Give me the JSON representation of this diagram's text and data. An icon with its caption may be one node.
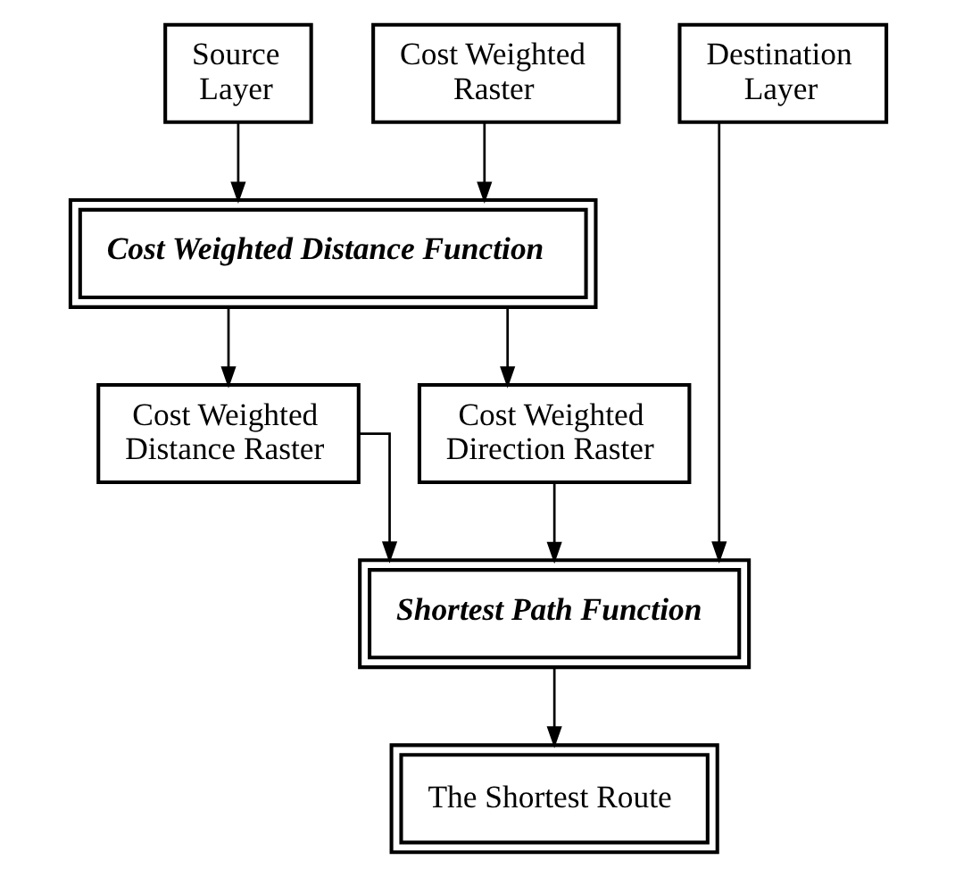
{
  "diagram": {
    "nodes": [
      {
        "text": [
          "Source Layer"
        ]
      },
      {
        "text": [
          "Cost Weighted Raster"
        ]
      },
      {
        "text": [
          "Destination Layer"
        ]
      },
      {
        "text": [
          "Cost Weighted Distance Function"
        ]
      },
      {
        "text": [
          "Cost Weighted Distance Raster"
        ]
      },
      {
        "text": [
          "Cost Weighted Direction Raster"
        ]
      },
      {
        "text": [
          "Shortest Path Function"
        ]
      },
      {
        "text": [
          "The Shortest Route"
        ]
      }
    ],
    "edges": [
      {
        "from": 0,
        "to": 3,
        "arrow": "to"
      },
      {
        "from": 1,
        "to": 3,
        "arrow": "to"
      },
      {
        "from": 3,
        "to": 4,
        "arrow": "to"
      },
      {
        "from": 3,
        "to": 5,
        "arrow": "to"
      },
      {
        "from": 4,
        "to": 6,
        "arrow": "to"
      },
      {
        "from": 5,
        "to": 6,
        "arrow": "to"
      },
      {
        "from": 2,
        "to": 6,
        "arrow": "to"
      },
      {
        "from": 6,
        "to": 7,
        "arrow": "to"
      }
    ]
  }
}
